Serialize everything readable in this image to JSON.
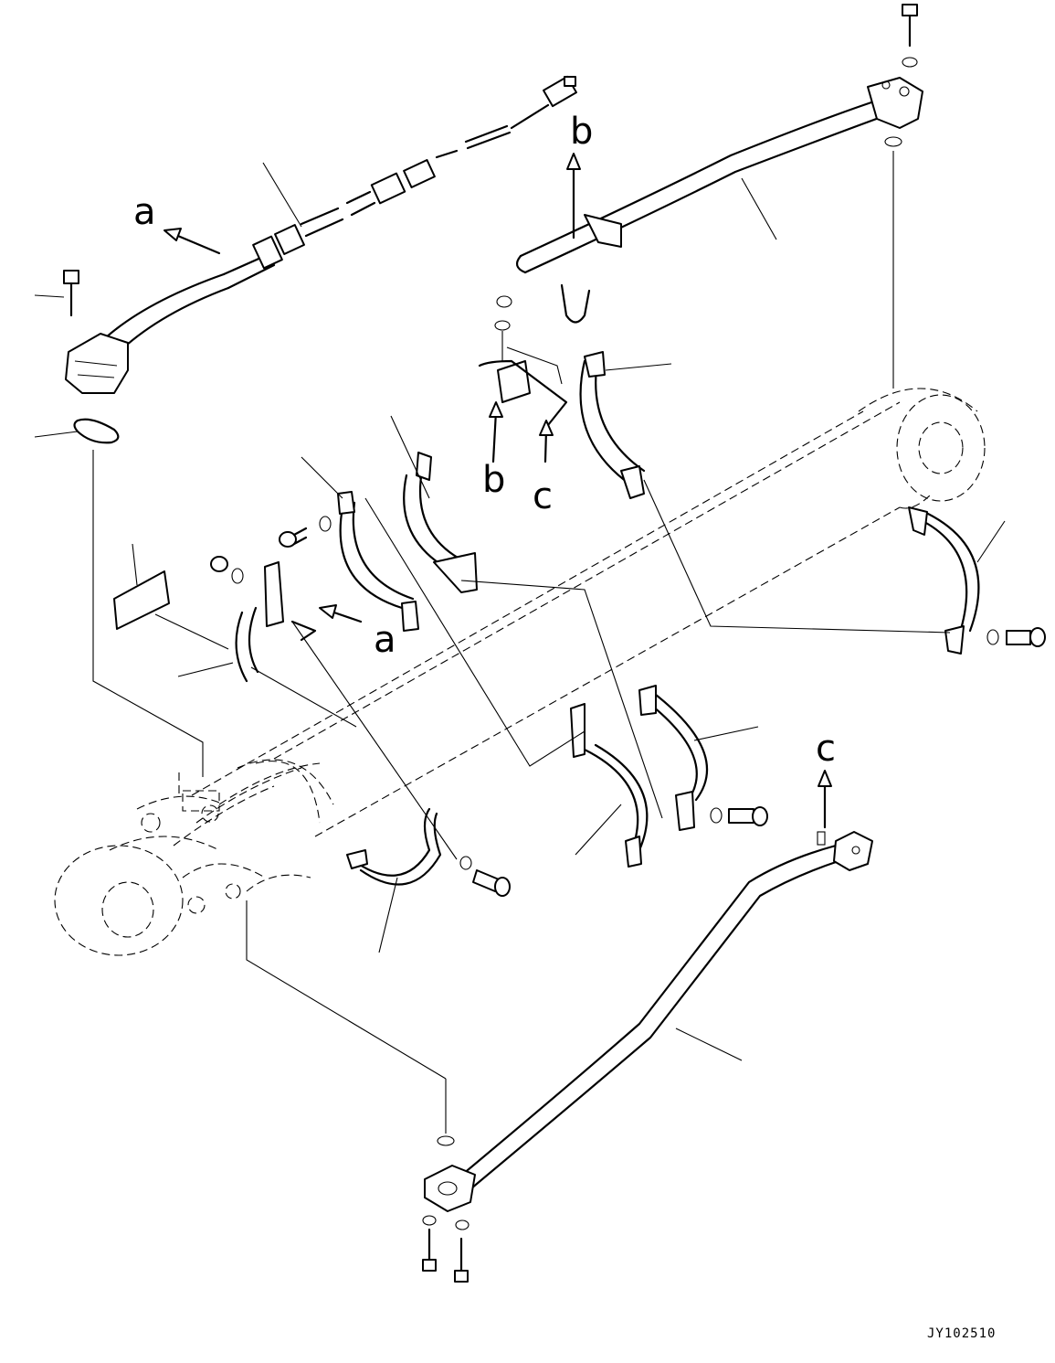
{
  "diagram": {
    "callout_letters": [
      "a",
      "a",
      "b",
      "b",
      "c",
      "c"
    ],
    "drawing_code": "JY102510"
  }
}
